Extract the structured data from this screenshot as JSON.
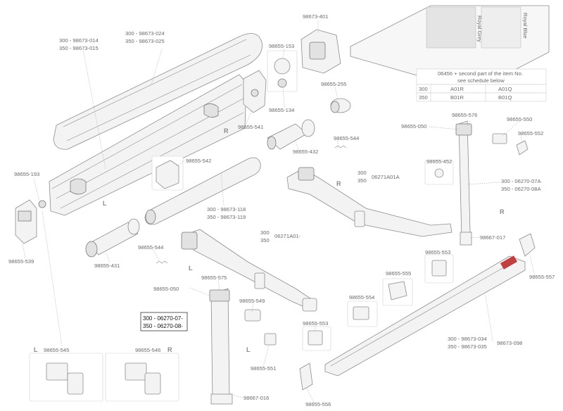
{
  "labels": {
    "l014": "300 - 98673-014",
    "l015": "350 - 98673-015",
    "l024": "300 - 98673-024",
    "l025": "350 - 98673-025",
    "l401": "98673-401",
    "l153": "98655-153",
    "l134": "98655-134",
    "l255": "98655-255",
    "l541": "98655-541",
    "l432": "98655-432",
    "l544a": "98655-544",
    "l193": "98655-193",
    "l539": "98655-539",
    "l542": "98655-542",
    "l118": "300 - 98673-118",
    "l119": "350 - 98673-119",
    "l431": "98655-431",
    "l544b": "98655-544",
    "arm_a_300": "300",
    "arm_a_350": "350",
    "arm_a_code": "06271A01A",
    "arm_b_300": "300",
    "arm_b_350": "350",
    "arm_b_code": "06271A01-",
    "l576": "98655-576",
    "l050a": "98655-050",
    "l550": "98655-550",
    "l552": "98655-552",
    "l452": "98655-452",
    "l07a": "300 - 06270-07A",
    "l08a": "350 - 06270-08A",
    "l017": "98667-017",
    "l553a": "98655-553",
    "l557": "98655-557",
    "l555": "98655-555",
    "l554": "98655-554",
    "l575": "98655-575",
    "l050b": "98655-050",
    "l549": "98655-549",
    "l553b": "98655-553",
    "l551": "98655-551",
    "l556": "98655-556",
    "l016": "98667-016",
    "l034": "300 - 98673-034",
    "l035": "350 - 98673-035",
    "l098": "98673-098",
    "l545": "98655-545",
    "l546": "98655-546",
    "l07": "300 - 06270-07-",
    "l08": "350 - 06270-08-"
  },
  "sides": {
    "left": "L",
    "right": "R"
  },
  "table": {
    "col1": "Royal Grey",
    "col2": "Royal Blue",
    "note1": "06456 + second part of the item No.",
    "note2": "see schedule below",
    "rows": [
      {
        "size": "300",
        "grey": "A01R",
        "blue": "A01Q"
      },
      {
        "size": "350",
        "grey": "B01R",
        "blue": "B01Q"
      }
    ]
  },
  "colors": {
    "line": "#8c8c8c",
    "label": "#6a6a6a",
    "brand_accent": "#c04040"
  }
}
